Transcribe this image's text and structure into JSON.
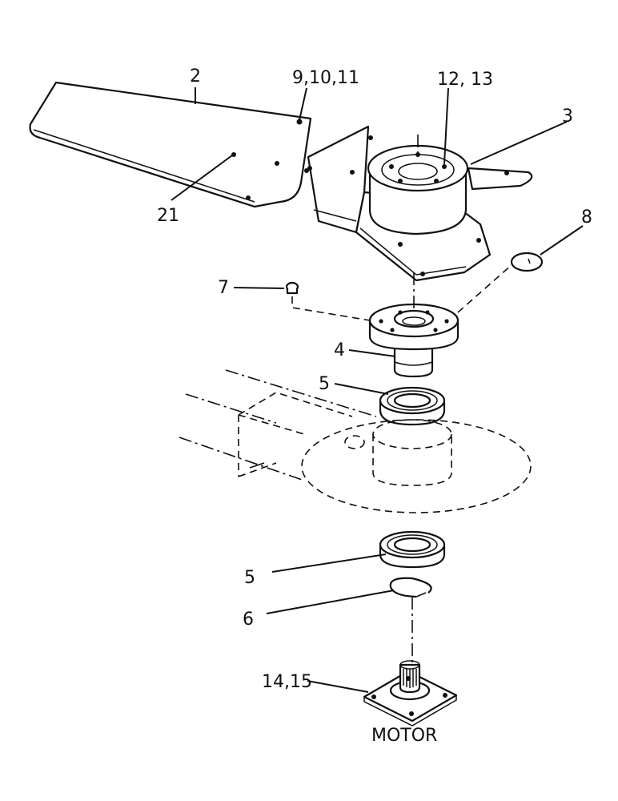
{
  "labels": {
    "blade": "2",
    "hub": "3",
    "flange": "4",
    "bearing_upper": "5",
    "bearing_lower": "5",
    "circlip": "6",
    "screw": "7",
    "cap": "8",
    "blade_fasteners": "9,10,11",
    "hub_fasteners": "12, 13",
    "motor_fasteners": "14,15",
    "blade_rivet": "21",
    "motor": "MOTOR"
  }
}
